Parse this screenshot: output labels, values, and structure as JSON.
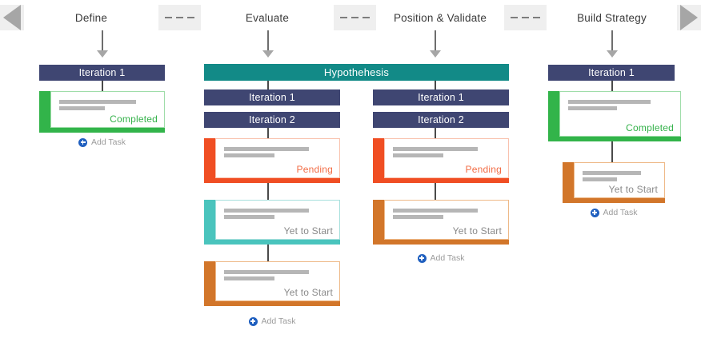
{
  "stage_bar": {
    "left_arrow_icon": "triangle-left-icon",
    "right_arrow_icon": "triangle-right-icon",
    "stages": [
      {
        "label": "Define"
      },
      {
        "label": "Evaluate"
      },
      {
        "label": "Position & Validate"
      },
      {
        "label": "Build Strategy"
      }
    ]
  },
  "columns": [
    {
      "key": "define",
      "iterations": [
        {
          "label": "Iteration 1"
        }
      ],
      "cards": [
        {
          "status": "Completed",
          "color": "#32b44a"
        }
      ],
      "add_task_label": "Add Task"
    },
    {
      "key": "evaluate",
      "group_header": "Hypothehesis",
      "iterations": [
        {
          "label": "Iteration 1"
        },
        {
          "label": "Iteration 2"
        }
      ],
      "cards": [
        {
          "status": "Pending",
          "color": "#f04e23"
        },
        {
          "status": "Yet to Start",
          "color": "#4ac4bd"
        },
        {
          "status": "Yet to Start",
          "color": "#d2762a"
        }
      ],
      "add_task_label": "Add Task"
    },
    {
      "key": "position-validate",
      "iterations": [
        {
          "label": "Iteration 1"
        },
        {
          "label": "Iteration 2"
        }
      ],
      "cards": [
        {
          "status": "Pending",
          "color": "#f04e23"
        },
        {
          "status": "Yet to Start",
          "color": "#d2762a"
        }
      ],
      "add_task_label": "Add Task"
    },
    {
      "key": "build-strategy",
      "iterations": [
        {
          "label": "Iteration 1"
        }
      ],
      "cards": [
        {
          "status": "Completed",
          "color": "#32b44a"
        },
        {
          "status": "Yet to Start",
          "color": "#d2762a"
        }
      ],
      "add_task_label": "Add Task"
    }
  ],
  "colors": {
    "navy": "#3f4672",
    "teal_header": "#128a87",
    "green": "#32b44a",
    "red": "#f04e23",
    "turquoise": "#4ac4bd",
    "orange": "#d2762a",
    "bar_bg": "#efefef",
    "add_icon": "#1f5fbf"
  }
}
